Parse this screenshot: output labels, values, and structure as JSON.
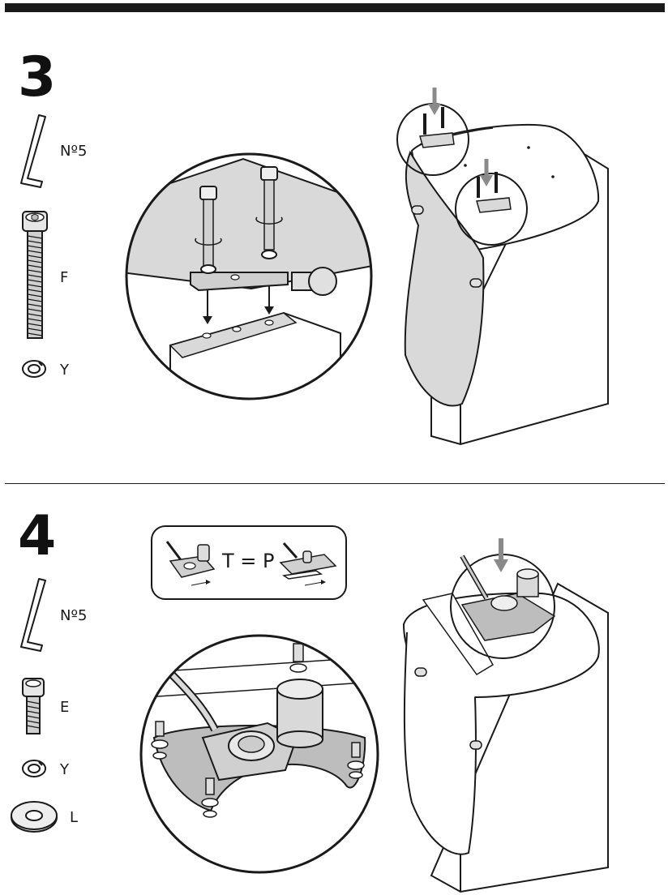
{
  "colors": {
    "ink": "#1a1a1a",
    "fill_gray": "#d9d9d9",
    "arrow_gray": "#8a8a8a",
    "paper": "#ffffff"
  },
  "step3": {
    "number": "3",
    "parts": [
      {
        "icon": "hex-key-icon",
        "label": "Nº5"
      },
      {
        "icon": "long-bolt-icon",
        "label": "F"
      },
      {
        "icon": "spring-washer-icon",
        "label": "Y"
      }
    ]
  },
  "step4": {
    "number": "4",
    "legend": {
      "equation": "T = P"
    },
    "parts": [
      {
        "icon": "hex-key-icon",
        "label": "Nº5"
      },
      {
        "icon": "short-bolt-icon",
        "label": "E"
      },
      {
        "icon": "spring-washer-icon",
        "label": "Y"
      },
      {
        "icon": "flat-washer-icon",
        "label": "L"
      }
    ]
  }
}
